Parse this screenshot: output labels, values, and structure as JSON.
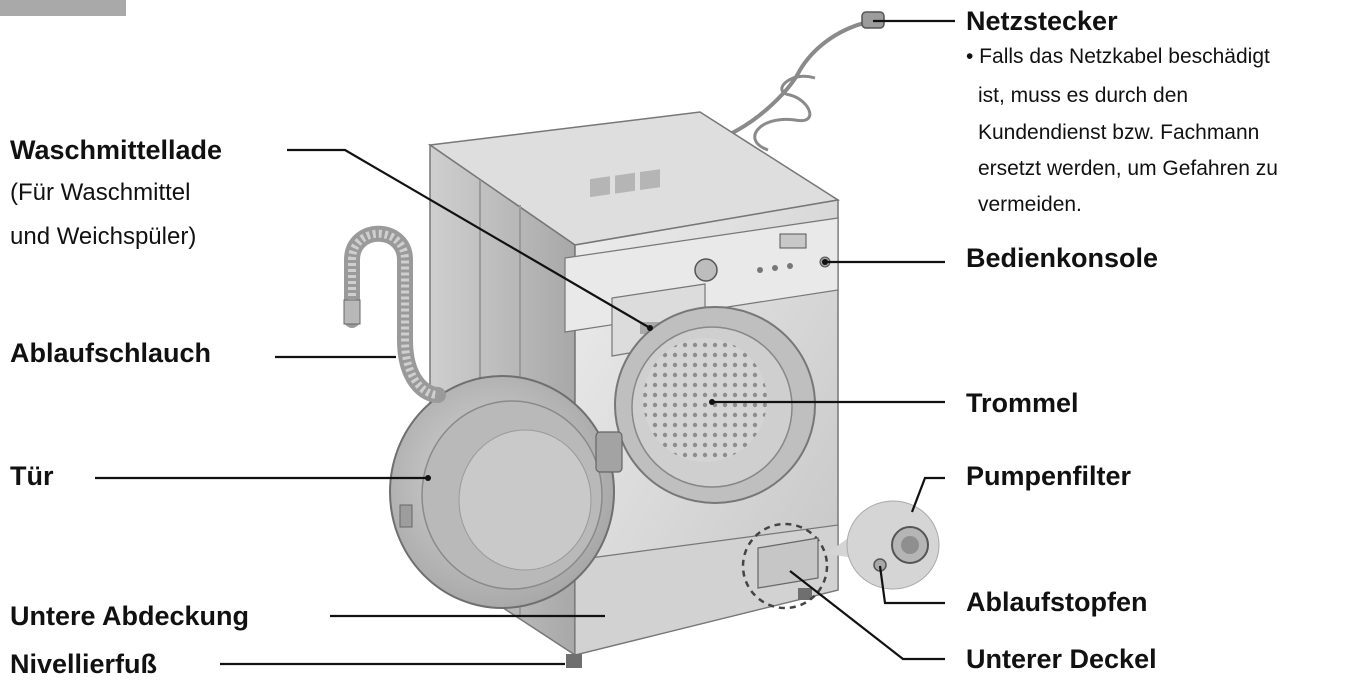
{
  "labels": {
    "netzstecker": "Netzstecker",
    "netzstecker_note": [
      "• Falls das Netzkabel beschädigt",
      "ist, muss es durch den",
      "Kundendienst bzw. Fachmann",
      "ersetzt werden, um Gefahren zu",
      "vermeiden."
    ],
    "waschmittellade": "Waschmittellade",
    "waschmittellade_sub": [
      "(Für Waschmittel",
      "und Weichspüler)"
    ],
    "bedienkonsole": "Bedienkonsole",
    "ablaufschlauch": "Ablaufschlauch",
    "trommel": "Trommel",
    "tuer": "Tür",
    "pumpenfilter": "Pumpenfilter",
    "ablaufstopfen": "Ablaufstopfen",
    "untere_abdeckung": "Untere Abdeckung",
    "nivellierfuss": "Nivellierfuß",
    "unterer_deckel": "Unterer Deckel"
  },
  "colors": {
    "line": "#111111",
    "machine_light": "#e6e6e6",
    "machine_mid": "#c9c9c9",
    "machine_dark": "#9a9a9a",
    "corner_tab": "#a9a9a9"
  }
}
